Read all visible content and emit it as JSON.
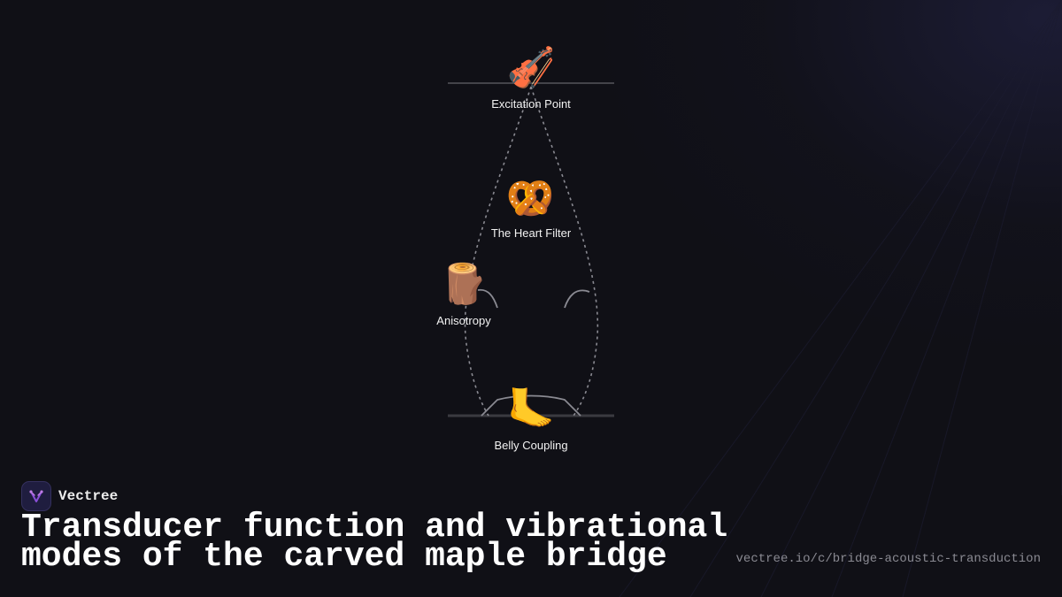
{
  "diagram": {
    "nodes": [
      {
        "label": "Excitation Point",
        "icon": "violin-icon",
        "glyph": "🎻"
      },
      {
        "label": "The Heart Filter",
        "icon": "pretzel-icon",
        "glyph": "🥨"
      },
      {
        "label": "Anisotropy",
        "icon": "wood-log-icon",
        "glyph": "🪵"
      },
      {
        "label": "Belly Coupling",
        "icon": "foot-icon",
        "glyph": "🦶"
      }
    ]
  },
  "brand": {
    "name": "Vectree",
    "icon": "vectree-logo-icon",
    "accent": "#8a4fd8"
  },
  "headline": "Transducer function and vibrational modes of the carved maple bridge",
  "url": "vectree.io/c/bridge-acoustic-transduction",
  "colors": {
    "background": "#101016",
    "text": "#ffffff",
    "muted": "#8a8a92",
    "line": "#8a8a92"
  }
}
